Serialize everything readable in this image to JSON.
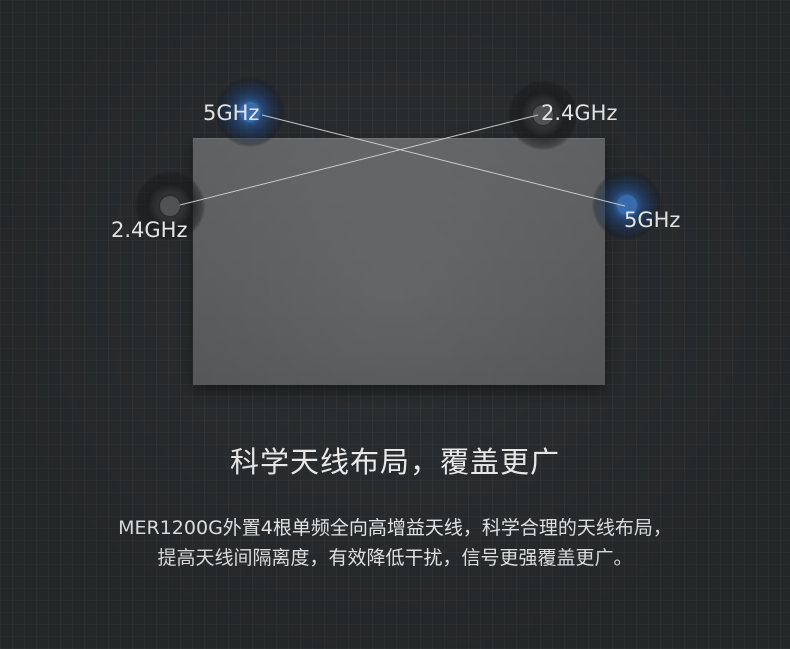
{
  "antennas": {
    "top_left_label": "5GHz",
    "top_right_label": "2.4GHz",
    "left_label": "2.4GHz",
    "right_label": "5GHz"
  },
  "headline": "科学天线布局，覆盖更广",
  "description": {
    "line1": "MER1200G外置4根单频全向高增益天线，科学合理的天线布局，",
    "line2": "提高天线间隔离度，有效降低干扰，信号更强覆盖更广。"
  },
  "colors": {
    "background": "#2c2f31",
    "router": "#646667",
    "band_5ghz": "#3f78c2",
    "band_24ghz": "#5a5c5d",
    "text": "#ffffff"
  }
}
